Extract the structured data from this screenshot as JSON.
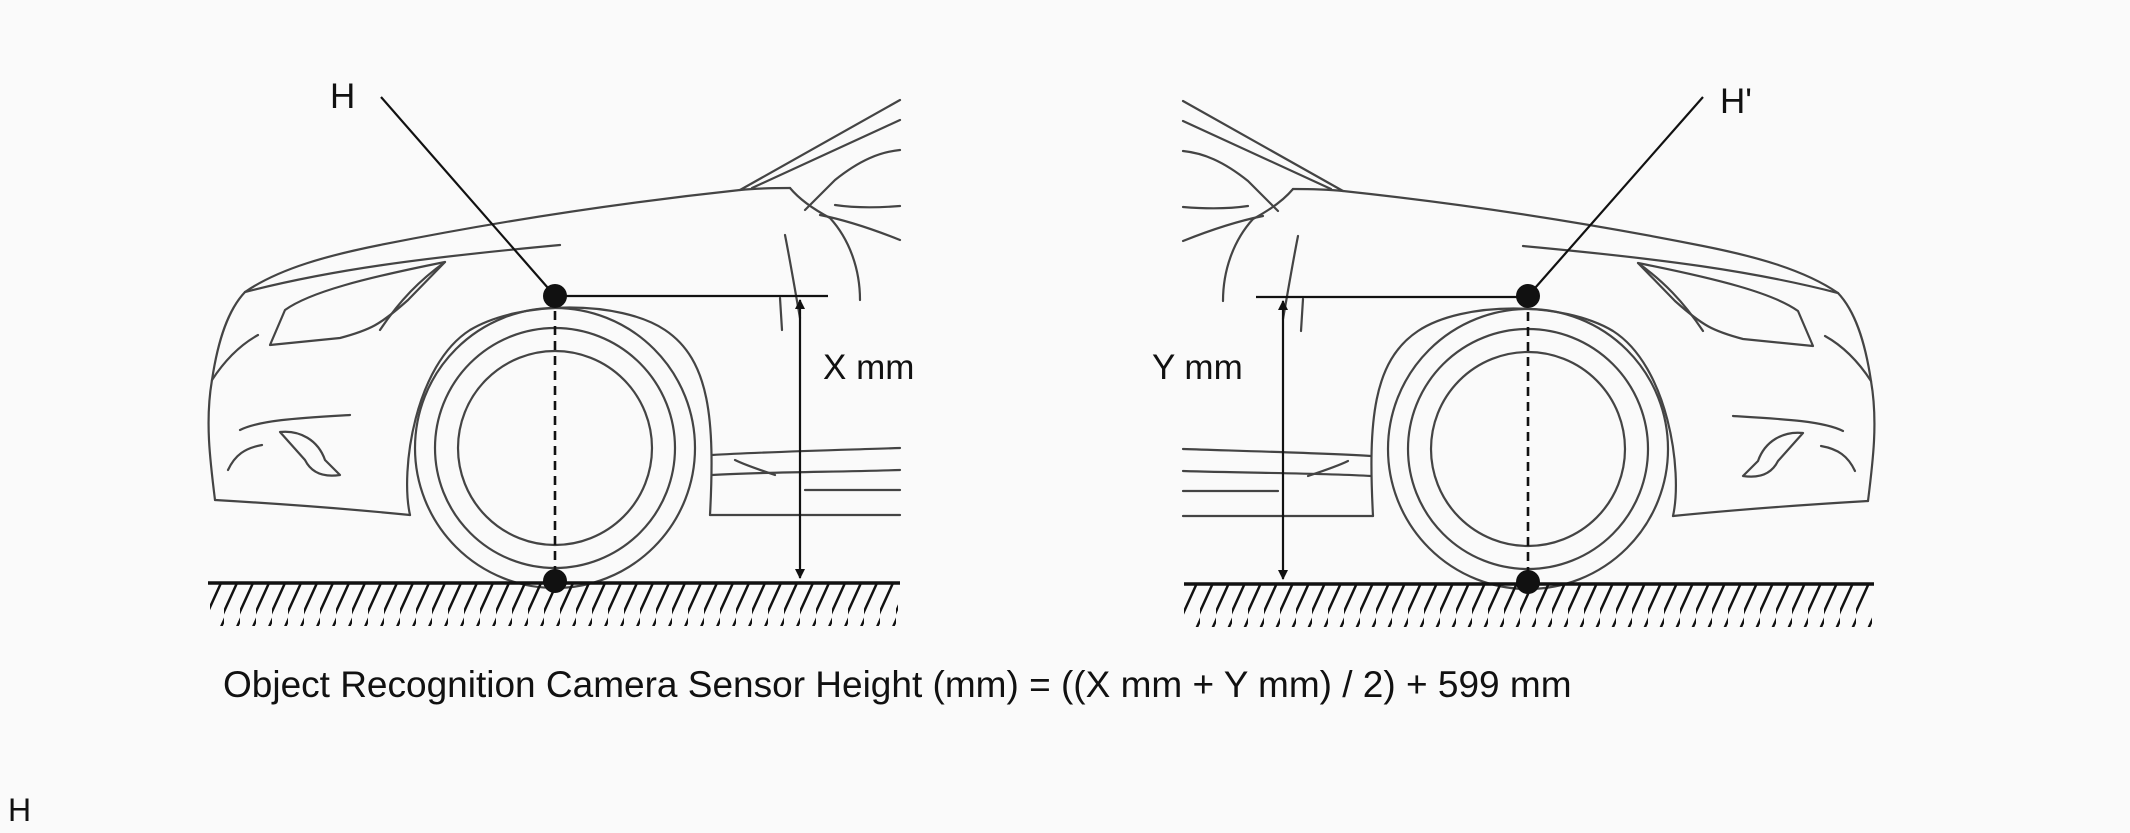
{
  "labels": {
    "left_point": "H",
    "right_point": "H'",
    "left_dimension": "X mm",
    "right_dimension": "Y mm",
    "formula": "Object Recognition Camera Sensor Height (mm) = ((X mm + Y mm) / 2) + 599 mm",
    "footer_tag": "H"
  }
}
